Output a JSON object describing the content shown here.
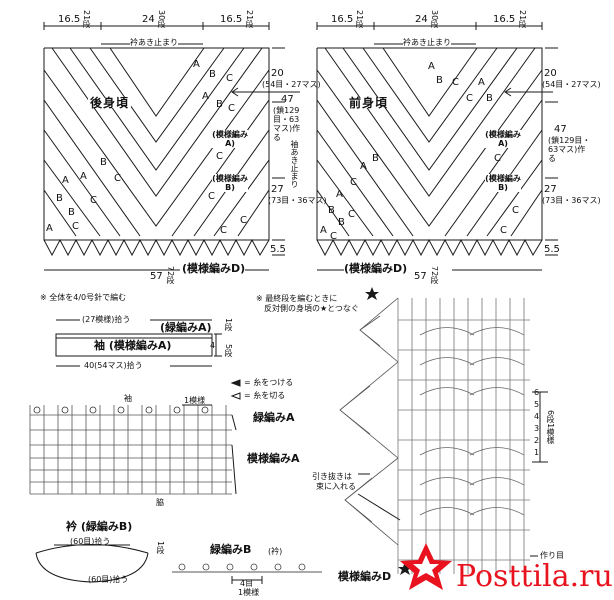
{
  "top_dims": {
    "back": {
      "left": "16.5",
      "left_sub": "21段",
      "mid": "24",
      "mid_sub": "30段",
      "right": "16.5",
      "right_sub": "21段"
    },
    "front": {
      "left": "16.5",
      "left_sub": "21段",
      "mid": "24",
      "mid_sub": "30段",
      "right": "16.5",
      "right_sub": "21段"
    }
  },
  "back_panel": {
    "title": "後身頃",
    "collar_note": "衿あき止まり",
    "pattern_a": "(模様編み A)",
    "pattern_b": "(模様編み B)",
    "bottom_label": "(模様編みD)",
    "width": "57",
    "width_sub": "72段",
    "letters": [
      "A",
      "B",
      "C",
      "A",
      "B",
      "C",
      "A",
      "B",
      "C",
      "A",
      "B",
      "C",
      "A",
      "B",
      "C",
      "C",
      "C",
      "C",
      "C"
    ]
  },
  "front_panel": {
    "title": "前身頃",
    "collar_note": "衿あき止まり",
    "pattern_a": "(模様編み A)",
    "pattern_b": "(模様編み B)",
    "bottom_label": "(模様編みD)",
    "width": "57",
    "width_sub": "72段",
    "letters": [
      "A",
      "B",
      "C",
      "A",
      "B",
      "C",
      "A",
      "B",
      "C",
      "A",
      "B",
      "C",
      "A",
      "B",
      "C",
      "C",
      "C",
      "C"
    ]
  },
  "side_dims": {
    "d20": "20",
    "d20_sub": "(54目・27マス)",
    "d47": "47",
    "d47_sub": "(鎖129目・63マス)作る",
    "d27": "27",
    "d27_sub": "(73目・36マス)",
    "d55": "5.5"
  },
  "sleeve_note": "袖あき止まり",
  "hook_note": "※ 全体を4/0号針で編む",
  "sleeve": {
    "top_pickup": "(27模様)拾う",
    "edge_label": "(緑編みA)",
    "body_label": "袖 (模様編みA)",
    "bottom_pickup": "40(54マス)拾う",
    "dim_top": "1段",
    "dim_bottom": "5段",
    "dim_mid": "4"
  },
  "legend": {
    "attach": "= 糸をつける",
    "cut": "= 糸を切る"
  },
  "sleeve_chart": {
    "title": "袖",
    "repeat_note": "1模様",
    "edge_a": "緑編みA",
    "pattern_a": "模様編みA",
    "side_note": "脇"
  },
  "collar": {
    "title": "衿 (緑編みB)",
    "top_pickup": "(60目)拾う",
    "bottom_pickup": "(60目)拾う",
    "dim": "1段"
  },
  "edge_b": {
    "title": "緑編みB",
    "title_sub": "(衿)",
    "stitch_count": "4目",
    "repeat": "1模様"
  },
  "main_chart": {
    "note_line1": "※ 最終段を編むときに",
    "note_line2": "反対側の身頃の★とつなぐ",
    "pull_note_line1": "引き抜きは",
    "pull_note_line2": "束に入れる",
    "repeat_label": "6段1模様",
    "start_note": "作り目",
    "bottom_label": "模様編みD",
    "row_numbers": [
      "6",
      "5",
      "4",
      "3",
      "2",
      "1"
    ]
  },
  "watermark": {
    "brand": "Posttila.ru",
    "brand_color": "#e8131f",
    "icon": "star-logo-icon"
  },
  "colors": {
    "line": "#1a1a1a",
    "chart_grey": "#8a8a8a"
  }
}
